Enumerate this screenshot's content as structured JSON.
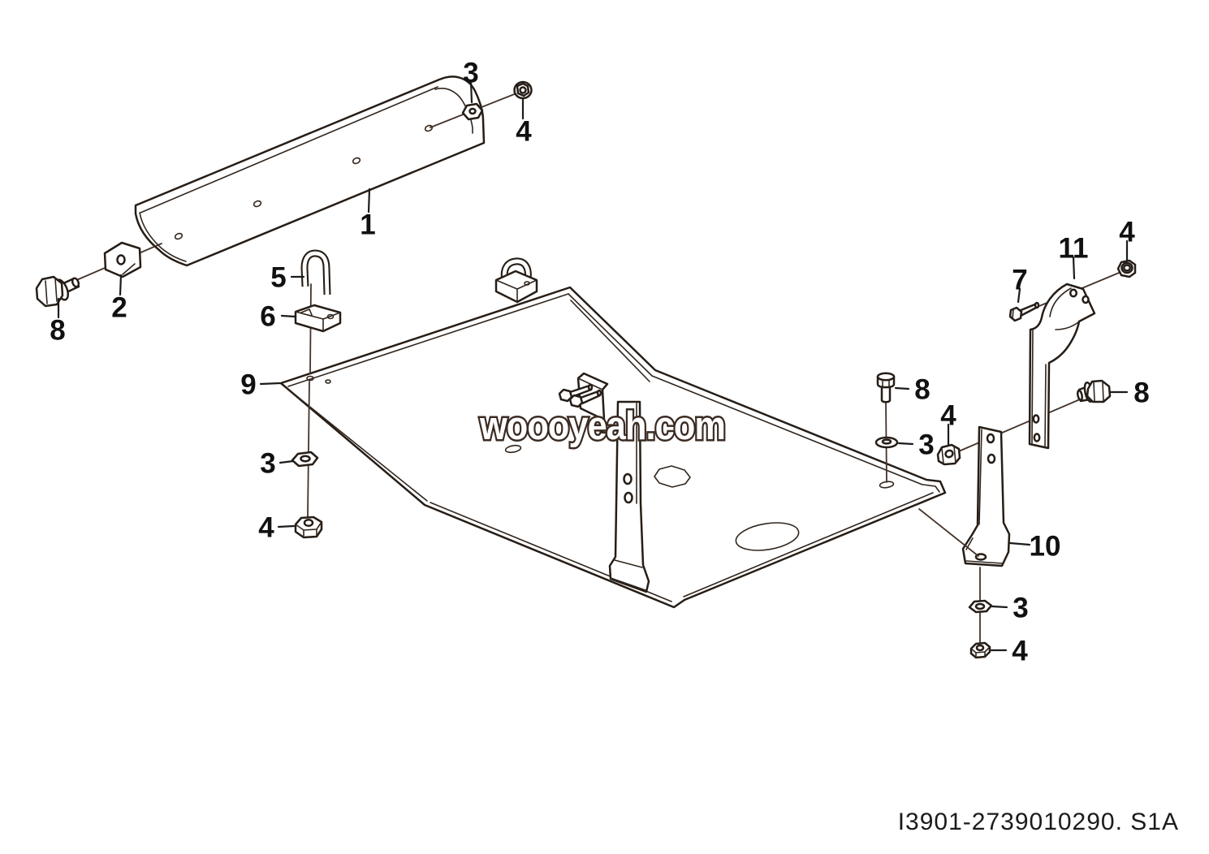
{
  "page": {
    "background": "#ffffff",
    "line_color": "#261d16",
    "thin_line_color": "#43332a",
    "label_color": "#111111",
    "watermark_fill": "#ffffff",
    "watermark_outline": "#3a2b22"
  },
  "diagram": {
    "watermark": "woooyeah.com",
    "drawing_number": "I3901-2739010290. S1A",
    "callouts": [
      {
        "id": "callout-1",
        "text": "1"
      },
      {
        "id": "callout-2",
        "text": "2"
      },
      {
        "id": "callout-3-top",
        "text": "3"
      },
      {
        "id": "callout-4-top",
        "text": "4"
      },
      {
        "id": "callout-8-left",
        "text": "8"
      },
      {
        "id": "callout-5",
        "text": "5"
      },
      {
        "id": "callout-6",
        "text": "6"
      },
      {
        "id": "callout-9",
        "text": "9"
      },
      {
        "id": "callout-3-mid-left",
        "text": "3"
      },
      {
        "id": "callout-4-mid-left",
        "text": "4"
      },
      {
        "id": "callout-7",
        "text": "7"
      },
      {
        "id": "callout-11",
        "text": "11"
      },
      {
        "id": "callout-4-top-right",
        "text": "4"
      },
      {
        "id": "callout-8-upper-right",
        "text": "8"
      },
      {
        "id": "callout-3-right",
        "text": "3"
      },
      {
        "id": "callout-8-far-right",
        "text": "8"
      },
      {
        "id": "callout-4-right",
        "text": "4"
      },
      {
        "id": "callout-10",
        "text": "10"
      },
      {
        "id": "callout-3-bottom-right",
        "text": "3"
      },
      {
        "id": "callout-4-bottom-right",
        "text": "4"
      }
    ]
  }
}
